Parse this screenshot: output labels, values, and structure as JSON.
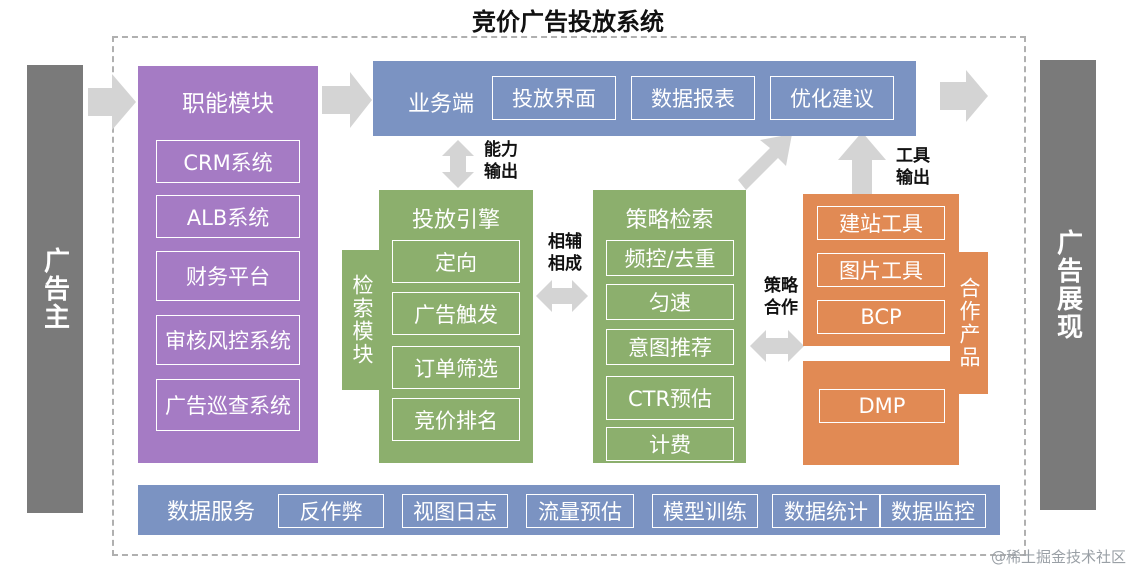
{
  "title": "竞价广告投放系统",
  "left_bar": "广告主",
  "right_bar": "广告展现",
  "functional": {
    "title": "职能模块",
    "items": [
      "CRM系统",
      "ALB系统",
      "财务平台",
      "审核风控系统",
      "广告巡查系统"
    ]
  },
  "business": {
    "title": "业务端",
    "items": [
      "投放界面",
      "数据报表",
      "优化建议"
    ]
  },
  "engine": {
    "title": "投放引擎",
    "side": "检索模块",
    "items": [
      "定向",
      "广告触发",
      "订单筛选",
      "竞价排名"
    ]
  },
  "strategy": {
    "title": "策略检索",
    "items": [
      "频控/去重",
      "匀速",
      "意图推荐",
      "CTR预估",
      "计费"
    ]
  },
  "cooperation": {
    "side": "合作产品",
    "items": [
      "建站工具",
      "图片工具",
      "BCP",
      "DMP"
    ]
  },
  "data_service": {
    "title": "数据服务",
    "items": [
      "反作弊",
      "视图日志",
      "流量预估",
      "模型训练",
      "数据统计",
      "数据监控"
    ]
  },
  "labels": {
    "capability_output": "能力\n输出",
    "complement": "相辅\n相成",
    "strategy_coop": "策略\n合作",
    "tool_output": "工具\n输出"
  },
  "watermark": "@稀土掘金技术社区",
  "colors": {
    "purple": "#a57bc4",
    "blue": "#7b93c2",
    "green": "#8caf6d",
    "orange": "#e18a54",
    "gray_bar": "#7a7a7a",
    "arrow": "#d4d4d4"
  }
}
